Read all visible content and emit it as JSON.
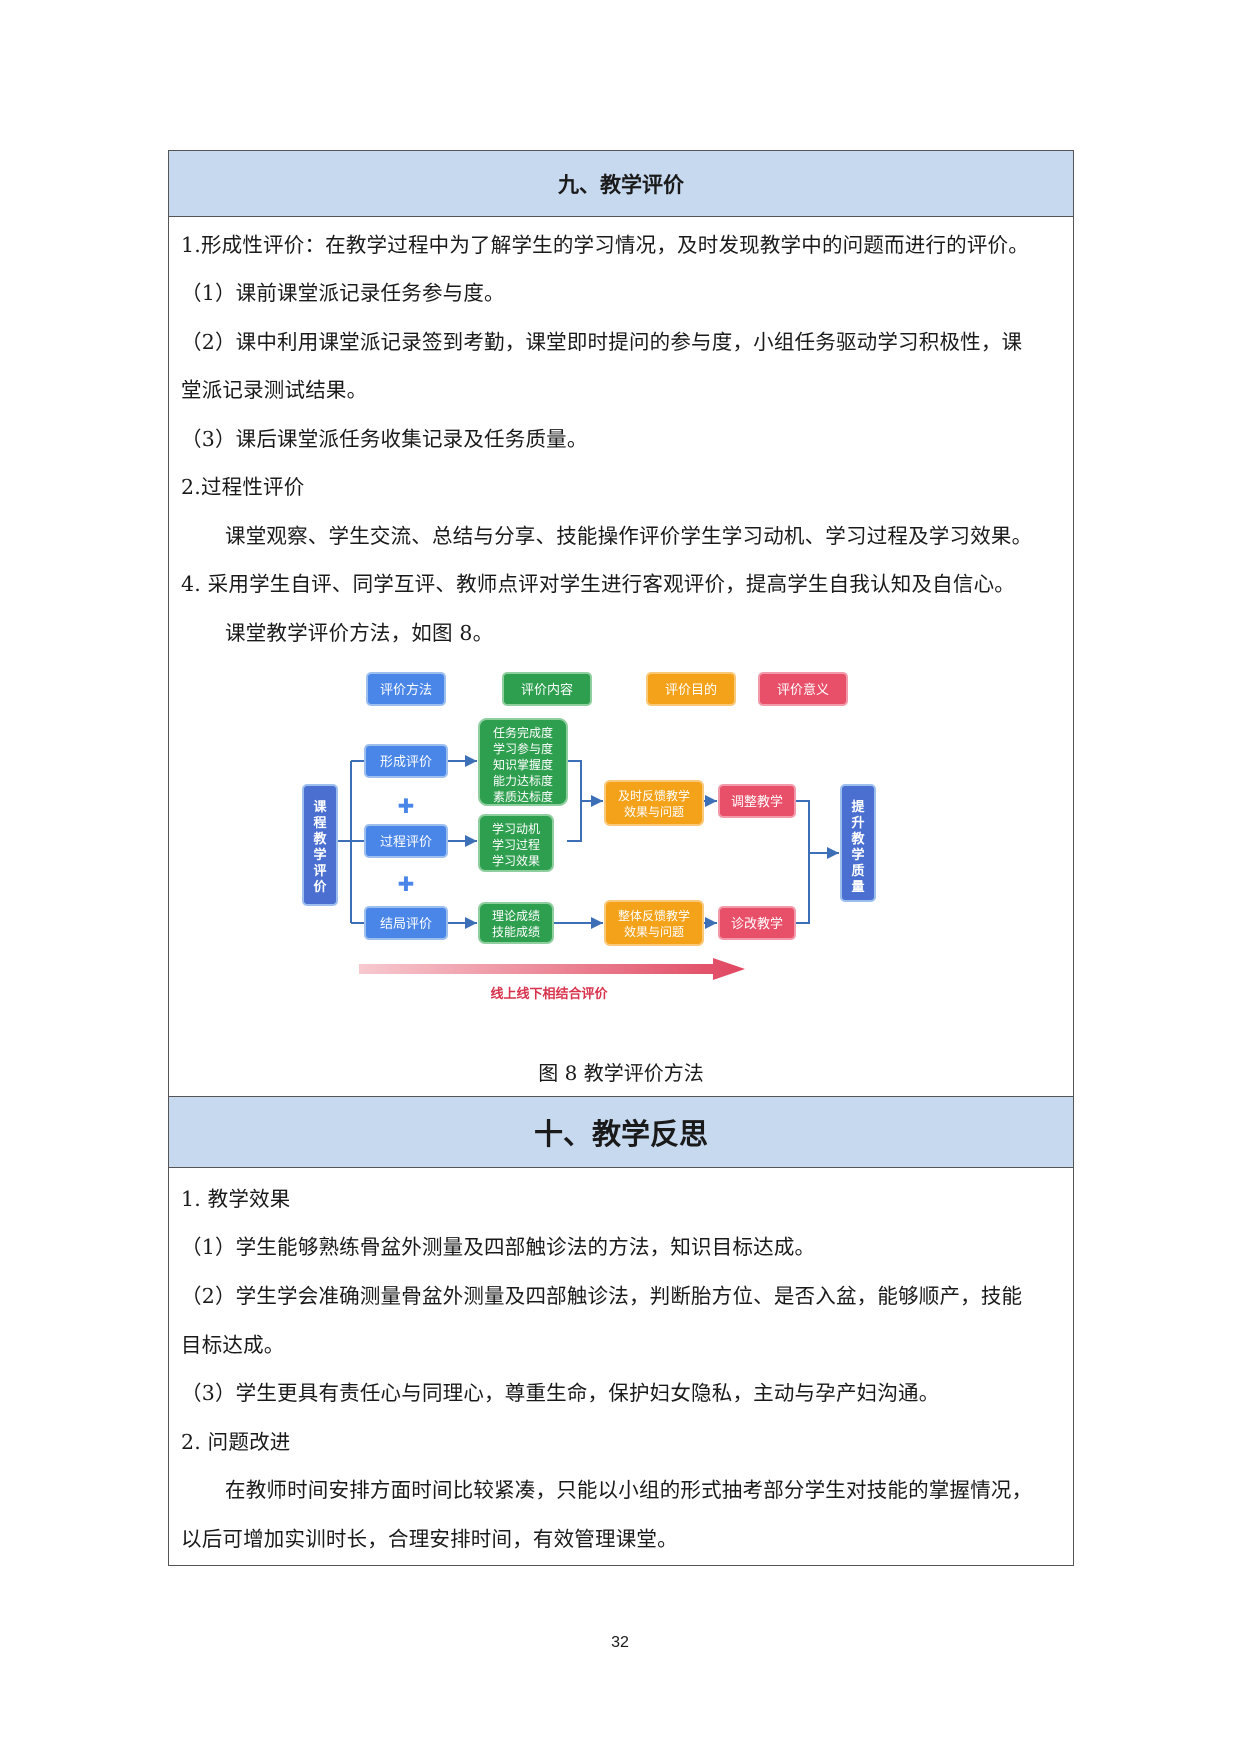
{
  "section9": {
    "title": "九、教学评价",
    "lines": [
      "1.形成性评价：在教学过程中为了解学生的学习情况，及时发现教学中的问题而进行的评价。",
      "（1）课前课堂派记录任务参与度。",
      "（2）课中利用课堂派记录签到考勤，课堂即时提问的参与度，小组任务驱动学习积极性，课",
      "堂派记录测试结果。",
      "（3）课后课堂派任务收集记录及任务质量。",
      "2.过程性评价",
      "课堂观察、学生交流、总结与分享、技能操作评价学生学习动机、学习过程及学习效果。",
      "4.  采用学生自评、同学互评、教师点评对学生进行客观评价，提高学生自我认知及自信心。",
      "课堂教学评价方法，如图 8。"
    ],
    "figure_caption": "图 8  教学评价方法"
  },
  "diagram": {
    "legend": [
      {
        "label": "评价方法",
        "color": "#4a86e8"
      },
      {
        "label": "评价内容",
        "color": "#2e9e4f"
      },
      {
        "label": "评价目的",
        "color": "#f5a21b"
      },
      {
        "label": "评价意义",
        "color": "#e8506a"
      }
    ],
    "root": "课程教学评价",
    "methods": [
      "形成评价",
      "过程评价",
      "结局评价"
    ],
    "contents": [
      [
        "任务完成度",
        "学习参与度",
        "知识掌握度",
        "能力达标度",
        "素质达标度"
      ],
      [
        "学习动机",
        "学习过程",
        "学习效果"
      ],
      [
        "理论成绩",
        "技能成绩"
      ]
    ],
    "purposes": [
      [
        "及时反馈教学",
        "效果与问题"
      ],
      [
        "整体反馈教学",
        "效果与问题"
      ]
    ],
    "meanings": [
      "调整教学",
      "诊改教学"
    ],
    "goal": "提升教学质量",
    "arrow_label": "线上线下相结合评价",
    "plus": "✚"
  },
  "section10": {
    "title": "十、教学反思",
    "lines": [
      "1.  教学效果",
      "（1）学生能够熟练骨盆外测量及四部触诊法的方法，知识目标达成。",
      "（2）学生学会准确测量骨盆外测量及四部触诊法，判断胎方位、是否入盆，能够顺产，技能",
      "目标达成。",
      "（3）学生更具有责任心与同理心，尊重生命，保护妇女隐私，主动与孕产妇沟通。",
      "2.  问题改进",
      "在教师时间安排方面时间比较紧凑，只能以小组的形式抽考部分学生对技能的掌握情况，",
      "以后可增加实训时长，合理安排时间，有效管理课堂。"
    ]
  },
  "page_number": "32"
}
